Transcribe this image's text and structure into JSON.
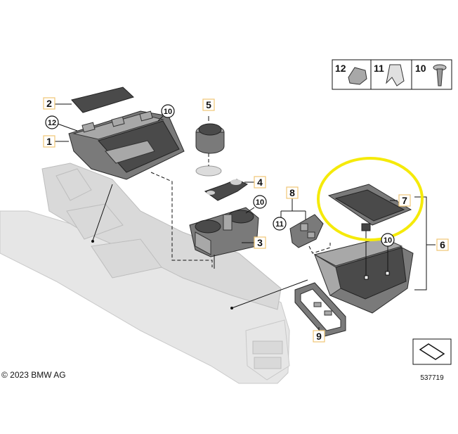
{
  "callouts": {
    "c1": "1",
    "c2": "2",
    "c3": "3",
    "c4": "4",
    "c5": "5",
    "c6": "6",
    "c7": "7",
    "c8": "8",
    "c9": "9",
    "c10a": "10",
    "c10b": "10",
    "c10c": "10",
    "c11": "11",
    "c12": "12"
  },
  "legend": {
    "item12": "12",
    "item11": "11",
    "item10": "10"
  },
  "copyright": "© 2023 BMW AG",
  "reference_number": "537719",
  "colors": {
    "highlight": "#f5ea0a",
    "callout_border": "#f0c674"
  }
}
